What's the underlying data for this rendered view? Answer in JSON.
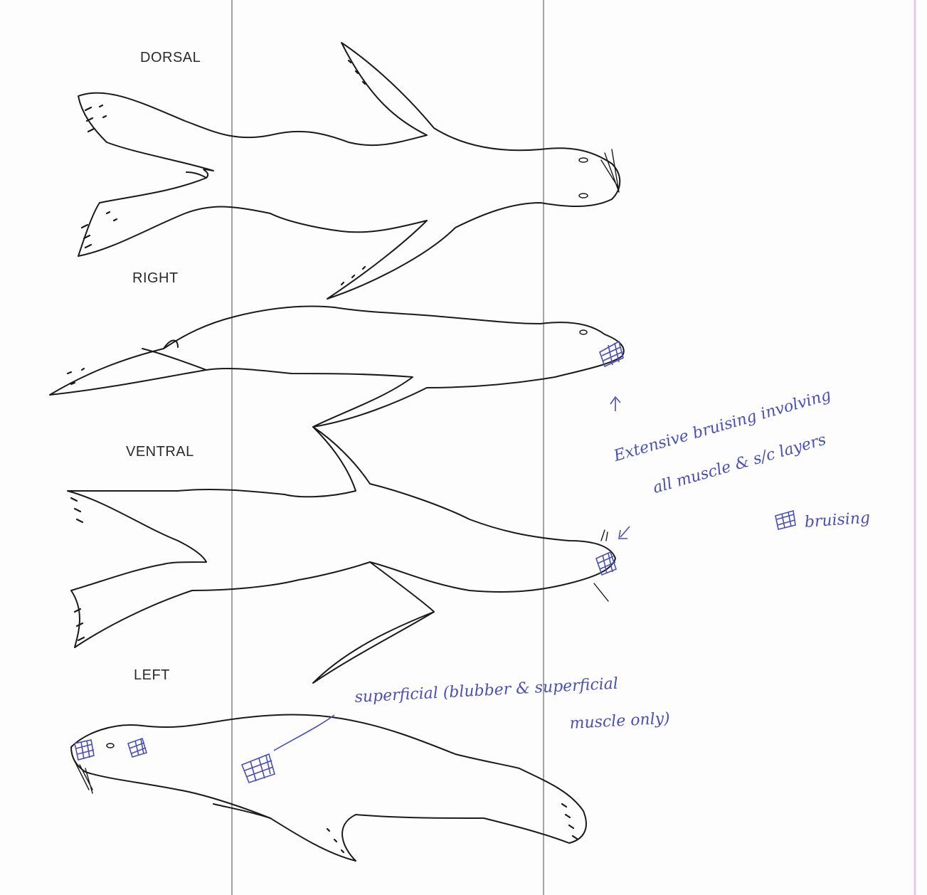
{
  "views": {
    "dorsal": "DORSAL",
    "right": "RIGHT",
    "ventral": "VENTRAL",
    "left": "LEFT"
  },
  "annotations": {
    "extensive_line1": "Extensive bruising involving",
    "extensive_line2": "all muscle & s/c layers",
    "legend": "bruising",
    "superficial_line1": "superficial (blubber & superficial",
    "superficial_line2": "muscle only)"
  },
  "colors": {
    "ink": "#1a1a1a",
    "pen": "#4a4fb8",
    "ruled_line": "#555555"
  }
}
